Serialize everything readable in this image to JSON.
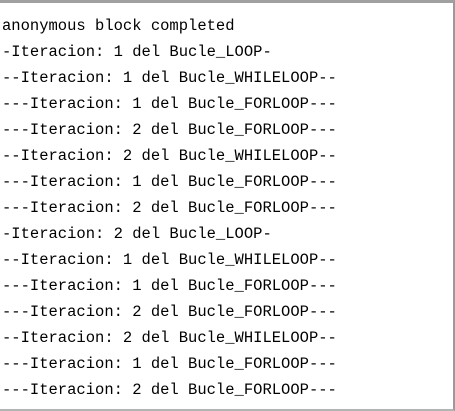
{
  "output": {
    "lines": [
      "anonymous block completed",
      "-Iteracion: 1 del Bucle_LOOP-",
      "--Iteracion: 1 del Bucle_WHILELOOP--",
      "---Iteracion: 1 del Bucle_FORLOOP---",
      "---Iteracion: 2 del Bucle_FORLOOP---",
      "--Iteracion: 2 del Bucle_WHILELOOP--",
      "---Iteracion: 1 del Bucle_FORLOOP---",
      "---Iteracion: 2 del Bucle_FORLOOP---",
      "-Iteracion: 2 del Bucle_LOOP-",
      "--Iteracion: 1 del Bucle_WHILELOOP--",
      "---Iteracion: 1 del Bucle_FORLOOP---",
      "---Iteracion: 2 del Bucle_FORLOOP---",
      "--Iteracion: 2 del Bucle_WHILELOOP--",
      "---Iteracion: 1 del Bucle_FORLOOP---",
      "---Iteracion: 2 del Bucle_FORLOOP---"
    ]
  }
}
